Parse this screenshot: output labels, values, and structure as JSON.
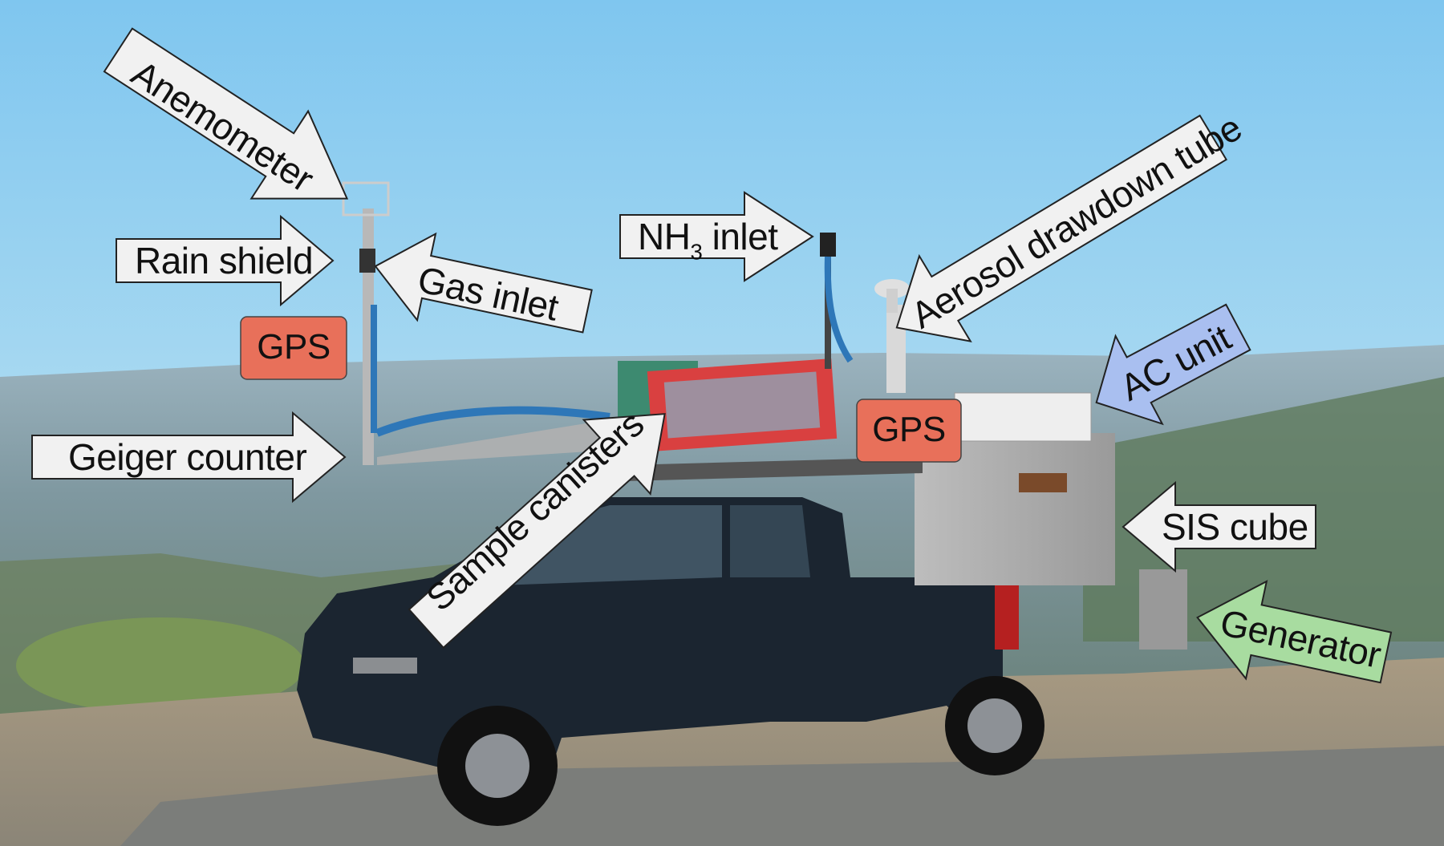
{
  "photo": {
    "description_tag": "mobile-monitoring-truck-photo",
    "colors": {
      "sky_top": "#8ccbf0",
      "sky_bottom": "#bfe2f2",
      "truck_body": "#1b2530",
      "arrow_fill": "#f1f1f1",
      "arrow_border": "#222222",
      "gps_fill": "#e8705a",
      "ac_arrow_fill": "#a9bff0",
      "generator_arrow_fill": "#a8dca0"
    }
  },
  "labels": {
    "anemometer": "Anemometer",
    "rain_shield": "Rain shield",
    "gas_inlet": "Gas inlet",
    "gps_left": "GPS",
    "geiger_counter": "Geiger counter",
    "nh3_inlet_main": "NH",
    "nh3_inlet_sub": "3",
    "nh3_inlet_rest": " inlet",
    "aerosol_tube": "Aerosol drawdown tube",
    "sample_canisters": "Sample canisters",
    "gps_right": "GPS",
    "ac_unit": "AC unit",
    "sis_cube": "SIS cube",
    "generator": "Generator"
  }
}
